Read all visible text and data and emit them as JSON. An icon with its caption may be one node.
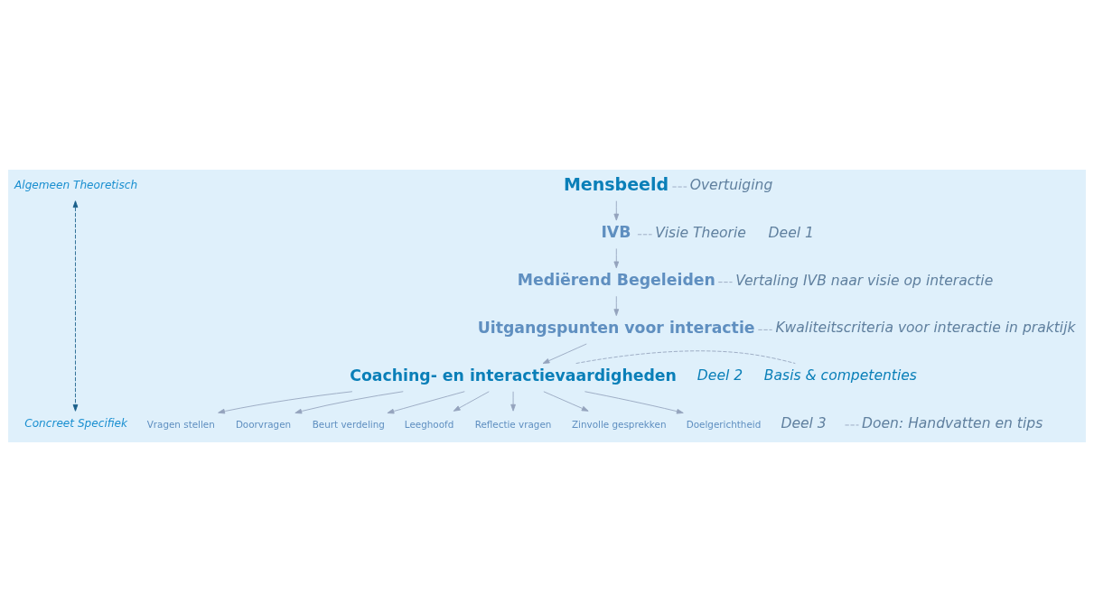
{
  "diagram": {
    "nodes": [
      {
        "text": [
          "Mensbeeld"
        ]
      },
      {
        "text": [
          "IVB"
        ]
      },
      {
        "text": [
          "Mediërend Begeleiden"
        ]
      },
      {
        "text": [
          "Uitgangspunten voor interactie"
        ]
      },
      {
        "text": [
          "Coaching- en interactievaardigheden"
        ]
      },
      {
        "text": [
          "Vragen stellen"
        ]
      },
      {
        "text": [
          "Doorvragen"
        ]
      },
      {
        "text": [
          "Beurt verdeling"
        ]
      },
      {
        "text": [
          "Leeghoofd"
        ]
      },
      {
        "text": [
          "Reflectie vragen"
        ]
      },
      {
        "text": [
          "Zinvolle gesprekken"
        ]
      },
      {
        "text": [
          "Doelgerichtheid"
        ]
      },
      {
        "text": [
          "Overtuiging"
        ]
      },
      {
        "text": [
          "Visie Theorie"
        ]
      },
      {
        "text": [
          "Vertaling IVB naar visie op interactie"
        ]
      },
      {
        "text": [
          "Kwaliteitscriteria voor interactie in praktijk"
        ]
      },
      {
        "text": [
          "Basis & competenties"
        ]
      },
      {
        "text": [
          "Doen: Handvatten en tips"
        ]
      },
      {
        "text": [
          "Algemeen Theoretisch"
        ]
      },
      {
        "text": [
          "Concreet Specifiek"
        ]
      }
    ],
    "edges": [
      {
        "from": 0,
        "to": 1,
        "arrow": "to"
      },
      {
        "from": 1,
        "to": 2,
        "arrow": "to"
      },
      {
        "from": 2,
        "to": 3,
        "arrow": "to"
      },
      {
        "from": 3,
        "to": 4,
        "arrow": "to"
      },
      {
        "from": 4,
        "to": 5,
        "arrow": "to"
      },
      {
        "from": 4,
        "to": 6,
        "arrow": "to"
      },
      {
        "from": 4,
        "to": 8,
        "arrow": "to"
      },
      {
        "from": 4,
        "to": 7,
        "arrow": "to"
      },
      {
        "from": 4,
        "to": 9,
        "arrow": "to"
      },
      {
        "from": 4,
        "to": 10,
        "arrow": "to"
      },
      {
        "from": 4,
        "to": 11,
        "arrow": "to"
      },
      {
        "from": 0,
        "to": 12,
        "arrow": "none",
        "style": "dashed"
      },
      {
        "from": 1,
        "to": 13,
        "arrow": "none",
        "style": "dashed"
      },
      {
        "from": 2,
        "to": 14,
        "arrow": "none",
        "style": "dashed"
      },
      {
        "from": 3,
        "to": 15,
        "arrow": "none",
        "style": "dashed"
      },
      {
        "from": 4,
        "to": 16,
        "arrow": "none",
        "style": "dashed"
      },
      {
        "from": null,
        "to": 17,
        "arrow": "none",
        "style": "dashed"
      },
      {
        "from": 18,
        "to": 19,
        "arrow": "both",
        "style": "dashed",
        "color": "#1a5f8a"
      }
    ],
    "labels": [
      "Deel 1",
      "Deel 2",
      "Deel 3"
    ]
  }
}
